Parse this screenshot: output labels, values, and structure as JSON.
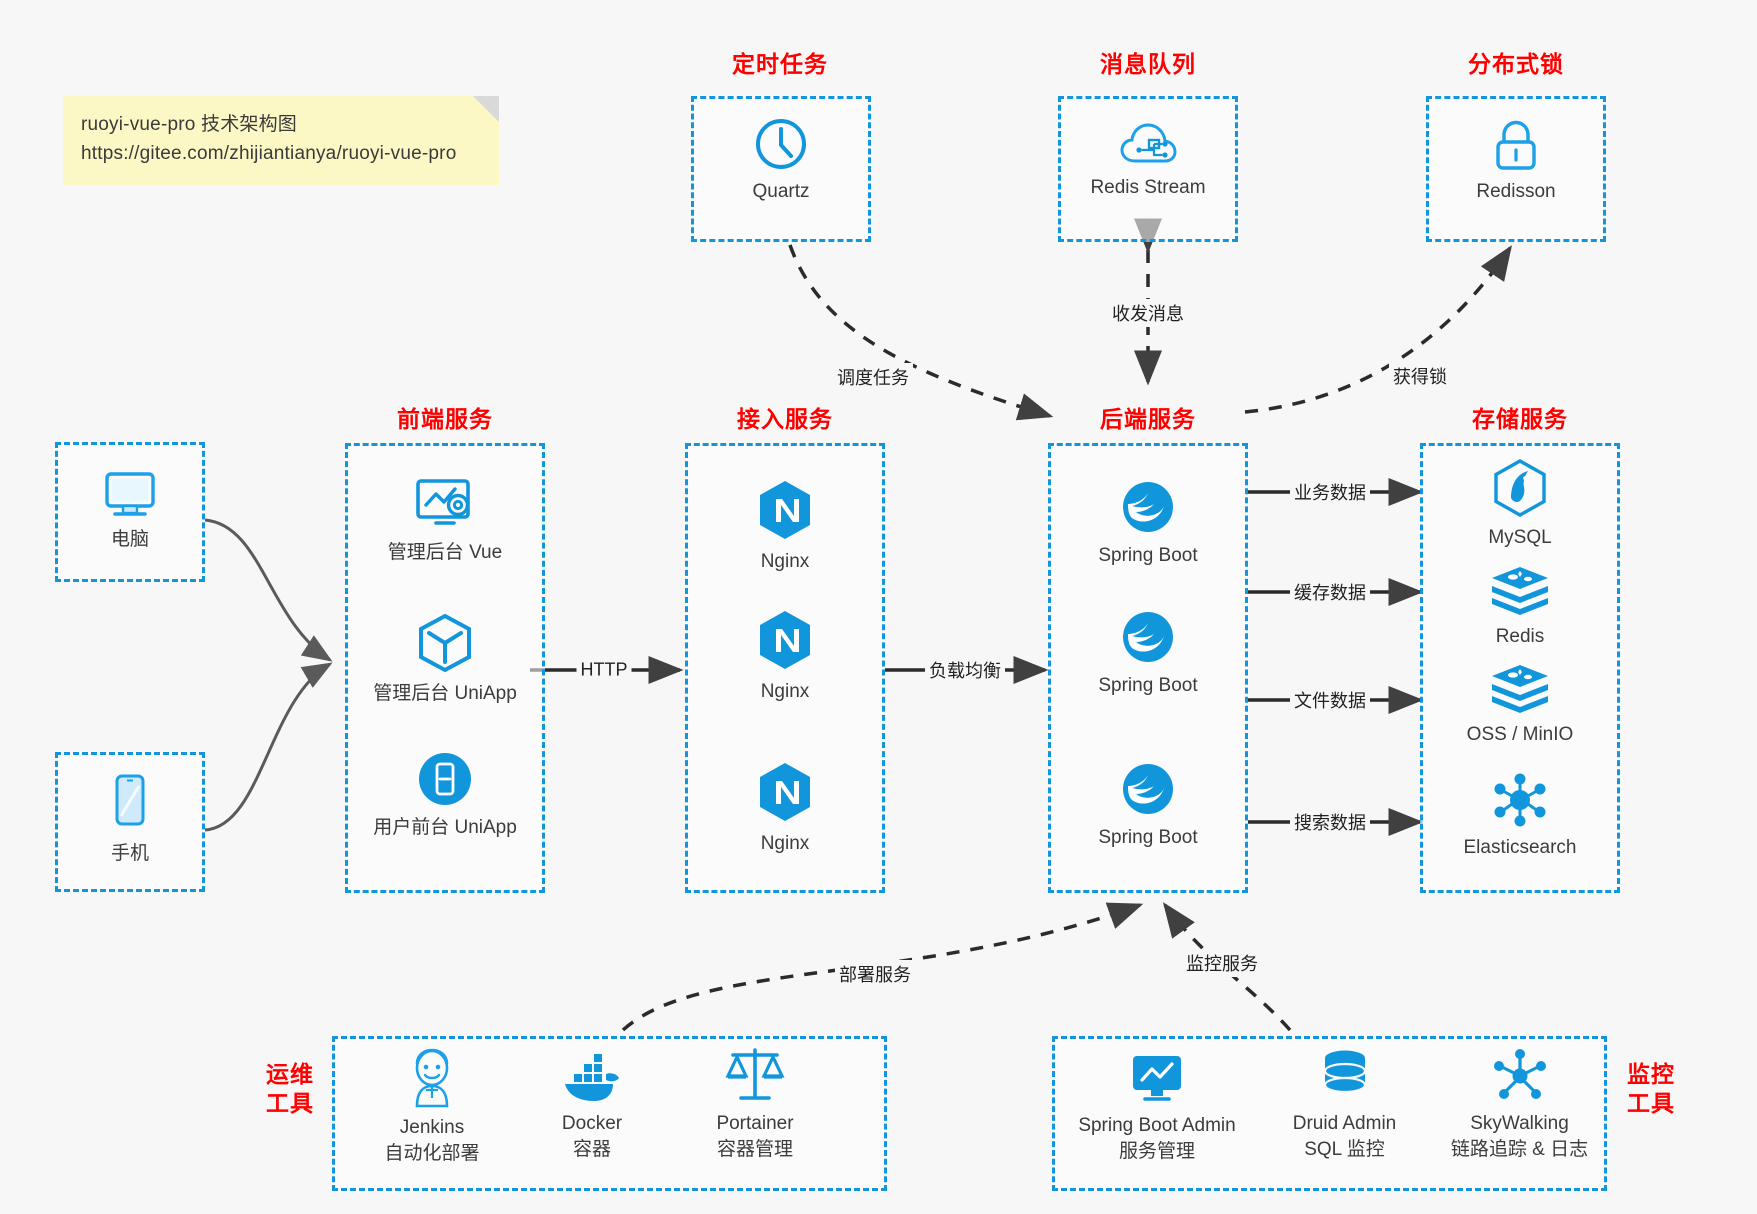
{
  "note": {
    "line1": "ruoyi-vue-pro 技术架构图",
    "line2": "https://gitee.com/zhijiantianya/ruoyi-vue-pro"
  },
  "colors": {
    "accent": "#1296db",
    "title": "#ff0000",
    "text": "#3c3c3c",
    "background": "#f7f7f7",
    "note_bg": "#fcf8c6",
    "wire": "#404040"
  },
  "groups": {
    "scheduled_task": {
      "title": "定时任务"
    },
    "message_queue": {
      "title": "消息队列"
    },
    "distributed_lock": {
      "title": "分布式锁"
    },
    "frontend": {
      "title": "前端服务"
    },
    "access": {
      "title": "接入服务"
    },
    "backend": {
      "title": "后端服务"
    },
    "storage": {
      "title": "存储服务"
    },
    "devops": {
      "title": "运维\n工具"
    },
    "monitor": {
      "title": "监控\n工具"
    }
  },
  "nodes": {
    "quartz": {
      "label": "Quartz",
      "icon": "clock-icon"
    },
    "redis_stream": {
      "label": "Redis Stream",
      "icon": "cloud-network-icon"
    },
    "redisson": {
      "label": "Redisson",
      "icon": "lock-icon"
    },
    "computer": {
      "label": "电脑",
      "icon": "monitor-icon"
    },
    "phone": {
      "label": "手机",
      "icon": "smartphone-icon"
    },
    "admin_vue": {
      "label": "管理后台 Vue",
      "icon": "dashboard-gear-icon"
    },
    "admin_uniapp": {
      "label": "管理后台 UniApp",
      "icon": "cube-icon"
    },
    "user_uniapp": {
      "label": "用户前台 UniApp",
      "icon": "mobile-app-icon"
    },
    "nginx1": {
      "label": "Nginx",
      "icon": "nginx-icon"
    },
    "nginx2": {
      "label": "Nginx",
      "icon": "nginx-icon"
    },
    "nginx3": {
      "label": "Nginx",
      "icon": "nginx-icon"
    },
    "springboot1": {
      "label": "Spring Boot",
      "icon": "spring-boot-icon"
    },
    "springboot2": {
      "label": "Spring Boot",
      "icon": "spring-boot-icon"
    },
    "springboot3": {
      "label": "Spring Boot",
      "icon": "spring-boot-icon"
    },
    "mysql": {
      "label": "MySQL",
      "icon": "mysql-icon"
    },
    "redis": {
      "label": "Redis",
      "icon": "redis-icon"
    },
    "oss_minio": {
      "label": "OSS / MinIO",
      "icon": "oss-minio-icon"
    },
    "elasticsearch": {
      "label": "Elasticsearch",
      "icon": "elasticsearch-icon"
    },
    "jenkins": {
      "label": "Jenkins",
      "sub": "自动化部署",
      "icon": "jenkins-icon"
    },
    "docker": {
      "label": "Docker",
      "sub": "容器",
      "icon": "docker-icon"
    },
    "portainer": {
      "label": "Portainer",
      "sub": "容器管理",
      "icon": "portainer-scales-icon"
    },
    "sba": {
      "label": "Spring Boot Admin",
      "sub": "服务管理",
      "icon": "monitor-chart-icon"
    },
    "druid": {
      "label": "Druid Admin",
      "sub": "SQL 监控",
      "icon": "database-icon"
    },
    "skywalking": {
      "label": "SkyWalking",
      "sub": "链路追踪 & 日志",
      "icon": "skywalking-icon"
    }
  },
  "edges": {
    "schedule_task": "调度任务",
    "send_receive": "收发消息",
    "acquire_lock": "获得锁",
    "http": "HTTP",
    "load_balance": "负载均衡",
    "business_data": "业务数据",
    "cache_data": "缓存数据",
    "file_data": "文件数据",
    "search_data": "搜索数据",
    "deploy_service": "部署服务",
    "monitor_service": "监控服务"
  }
}
